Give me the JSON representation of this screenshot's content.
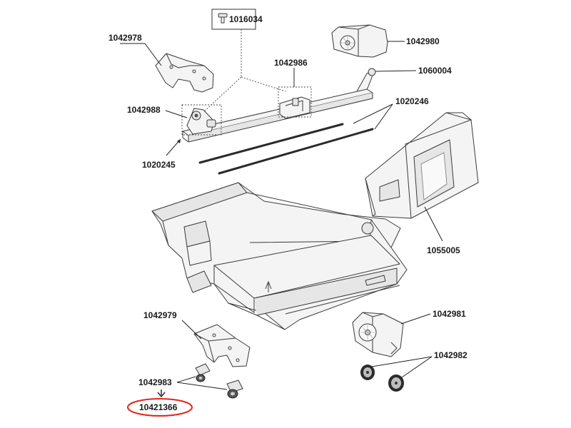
{
  "diagram": {
    "part_labels": {
      "p1016034": "1016034",
      "p1042978": "1042978",
      "p1042980": "1042980",
      "p1042986": "1042986",
      "p1060004": "1060004",
      "p1042988": "1042988",
      "p1020246": "1020246",
      "p1020245": "1020245",
      "p1055005": "1055005",
      "p1042979": "1042979",
      "p1042981": "1042981",
      "p1042982": "1042982",
      "p1042983": "1042983",
      "p10421366": "10421366"
    },
    "highlight_color": "#e2241b",
    "line_color": "#3a3a3a"
  }
}
